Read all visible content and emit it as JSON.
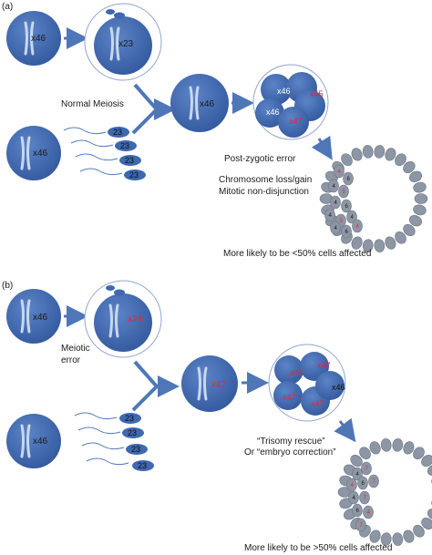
{
  "panels": [
    {
      "label": "(a)",
      "top": {
        "parent": "x46",
        "gamete": "x23"
      },
      "bottom": {
        "parent": "x46",
        "sperm": [
          "23",
          "23",
          "23",
          "23"
        ]
      },
      "process": "Normal Meiosis",
      "zygote": "x46",
      "embryo": {
        "cells": [
          "x46",
          "x45",
          "x46",
          "x47"
        ]
      },
      "annotation": [
        "Post-zygotic error",
        "Chromosome loss/gain",
        "Mitotic non-disjunction"
      ],
      "ring_numbers": [
        "4",
        "6",
        "4",
        "5",
        "4",
        "6",
        "4",
        "5",
        "4",
        "4",
        "6",
        "4"
      ],
      "outcome": "More likely to be <50% cells affected"
    },
    {
      "label": "(b)",
      "top": {
        "parent": "x46",
        "gamete": "x24"
      },
      "bottom": {
        "parent": "x46",
        "sperm": [
          "23",
          "23",
          "23",
          "23"
        ]
      },
      "process": [
        "Meiotic",
        "error"
      ],
      "zygote": "x47",
      "embryo": {
        "cells": [
          "x47",
          "x47",
          "x47",
          "x47",
          "x46"
        ]
      },
      "annotation": [
        "“Trisomy rescue”",
        "Or  “embryo correction”"
      ],
      "ring_numbers": [
        "4",
        "7",
        "4",
        "6",
        "7",
        "4",
        "7",
        "6",
        "4",
        "7"
      ],
      "outcome": "More likely to be >50% cells affected"
    }
  ],
  "colors": {
    "cell": "#3e68b0",
    "cell_light": "#5a82c4",
    "chromosome": "#c9d7ee",
    "ring_cell": "#8d96a4",
    "red_text": "#e0283a",
    "arrow": "#4f77b8"
  }
}
